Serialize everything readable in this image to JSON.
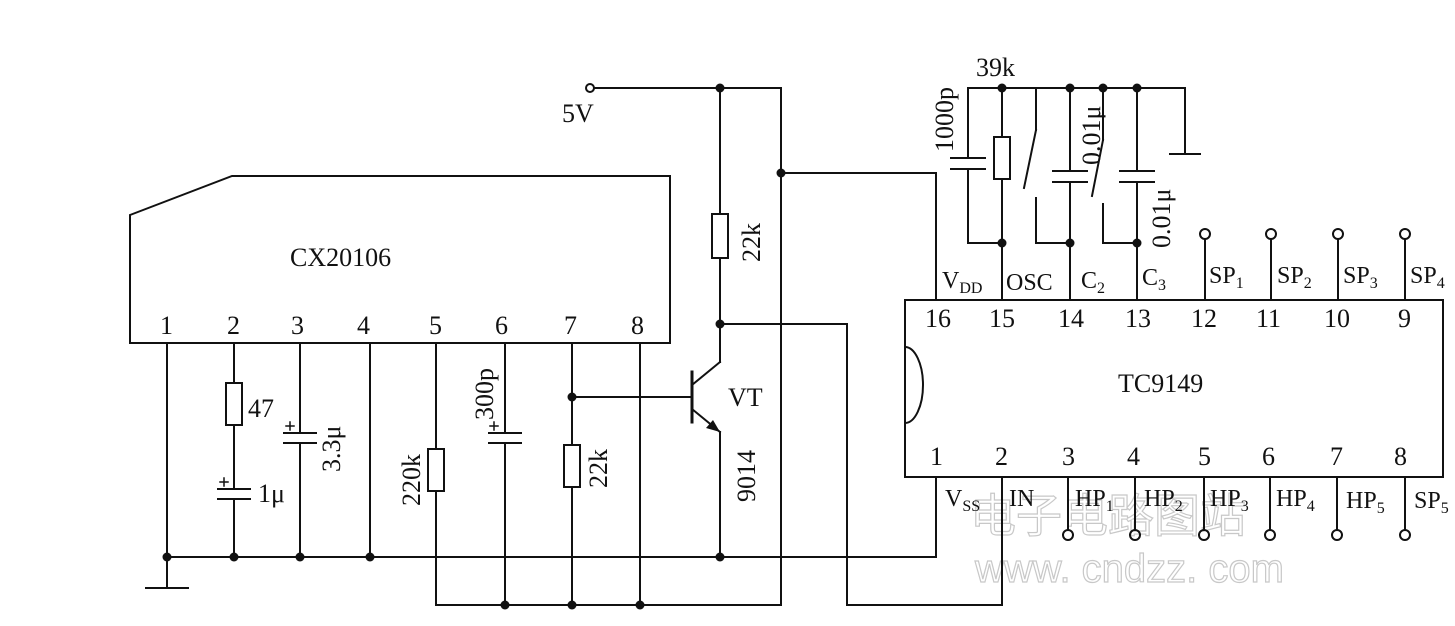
{
  "chips": {
    "cx20106": {
      "name": "CX20106",
      "pins": [
        "1",
        "2",
        "3",
        "4",
        "5",
        "6",
        "7",
        "8"
      ]
    },
    "tc9149": {
      "name": "TC9149",
      "top_pins": [
        "16",
        "15",
        "14",
        "13",
        "12",
        "11",
        "10",
        "9"
      ],
      "top_labels": [
        {
          "main": "V",
          "sub": "DD"
        },
        {
          "main": "OSC",
          "sub": ""
        },
        {
          "main": "C",
          "sub": "2"
        },
        {
          "main": "C",
          "sub": "3"
        },
        {
          "main": "SP",
          "sub": "1"
        },
        {
          "main": "SP",
          "sub": "2"
        },
        {
          "main": "SP",
          "sub": "3"
        },
        {
          "main": "SP",
          "sub": "4"
        }
      ],
      "bottom_pins": [
        "1",
        "2",
        "3",
        "4",
        "5",
        "6",
        "7",
        "8"
      ],
      "bottom_labels": [
        {
          "main": "V",
          "sub": "SS"
        },
        {
          "main": "IN",
          "sub": ""
        },
        {
          "main": "HP",
          "sub": "1"
        },
        {
          "main": "HP",
          "sub": "2"
        },
        {
          "main": "HP",
          "sub": "3"
        },
        {
          "main": "HP",
          "sub": "4"
        },
        {
          "main": "HP",
          "sub": "5"
        },
        {
          "main": "SP",
          "sub": "5"
        }
      ]
    }
  },
  "components": {
    "supply": "5V",
    "r_47": "47",
    "c_1u": "1μ",
    "c_3u3": "3.3μ",
    "r_220k": "220k",
    "c_300p": "300p",
    "r_22k_base": "22k",
    "r_22k_col": "22k",
    "transistor": "VT",
    "transistor_type": "9014",
    "c_1000p": "1000p",
    "r_39k": "39k",
    "c_0u01_a": "0.01μ",
    "c_0u01_b": "0.01μ"
  },
  "watermark": {
    "cn": "电子电路图站",
    "url": "www. cndzz. com"
  }
}
